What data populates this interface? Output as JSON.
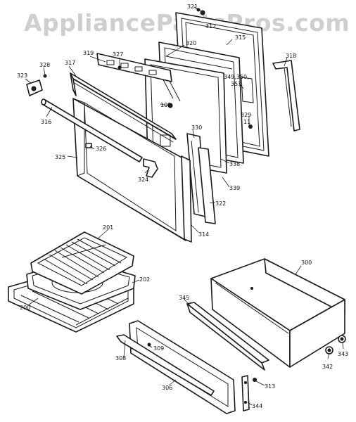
{
  "watermark": "AppliancePartsPros.com",
  "labels": {
    "p321": "321",
    "p312": "312",
    "p315": "315",
    "p318": "318",
    "p320": "320",
    "p319": "319",
    "p327": "327",
    "p317": "317",
    "p328": "328",
    "p323": "323",
    "p349": "349,350,",
    "p351": "351",
    "p109": "109",
    "p329": "329",
    "p11": "11",
    "p330": "330",
    "p316": "316",
    "p326": "326",
    "p325": "325",
    "p324": "324",
    "p338": "338",
    "p339": "339",
    "p322": "322",
    "p314": "314",
    "p201": "201",
    "p202": "202",
    "p200": "200",
    "p300": "300",
    "p345": "345",
    "p309": "309",
    "p308": "308",
    "p306": "306",
    "p313": "313",
    "p342": "342",
    "p343": "343",
    "p344": "344"
  }
}
